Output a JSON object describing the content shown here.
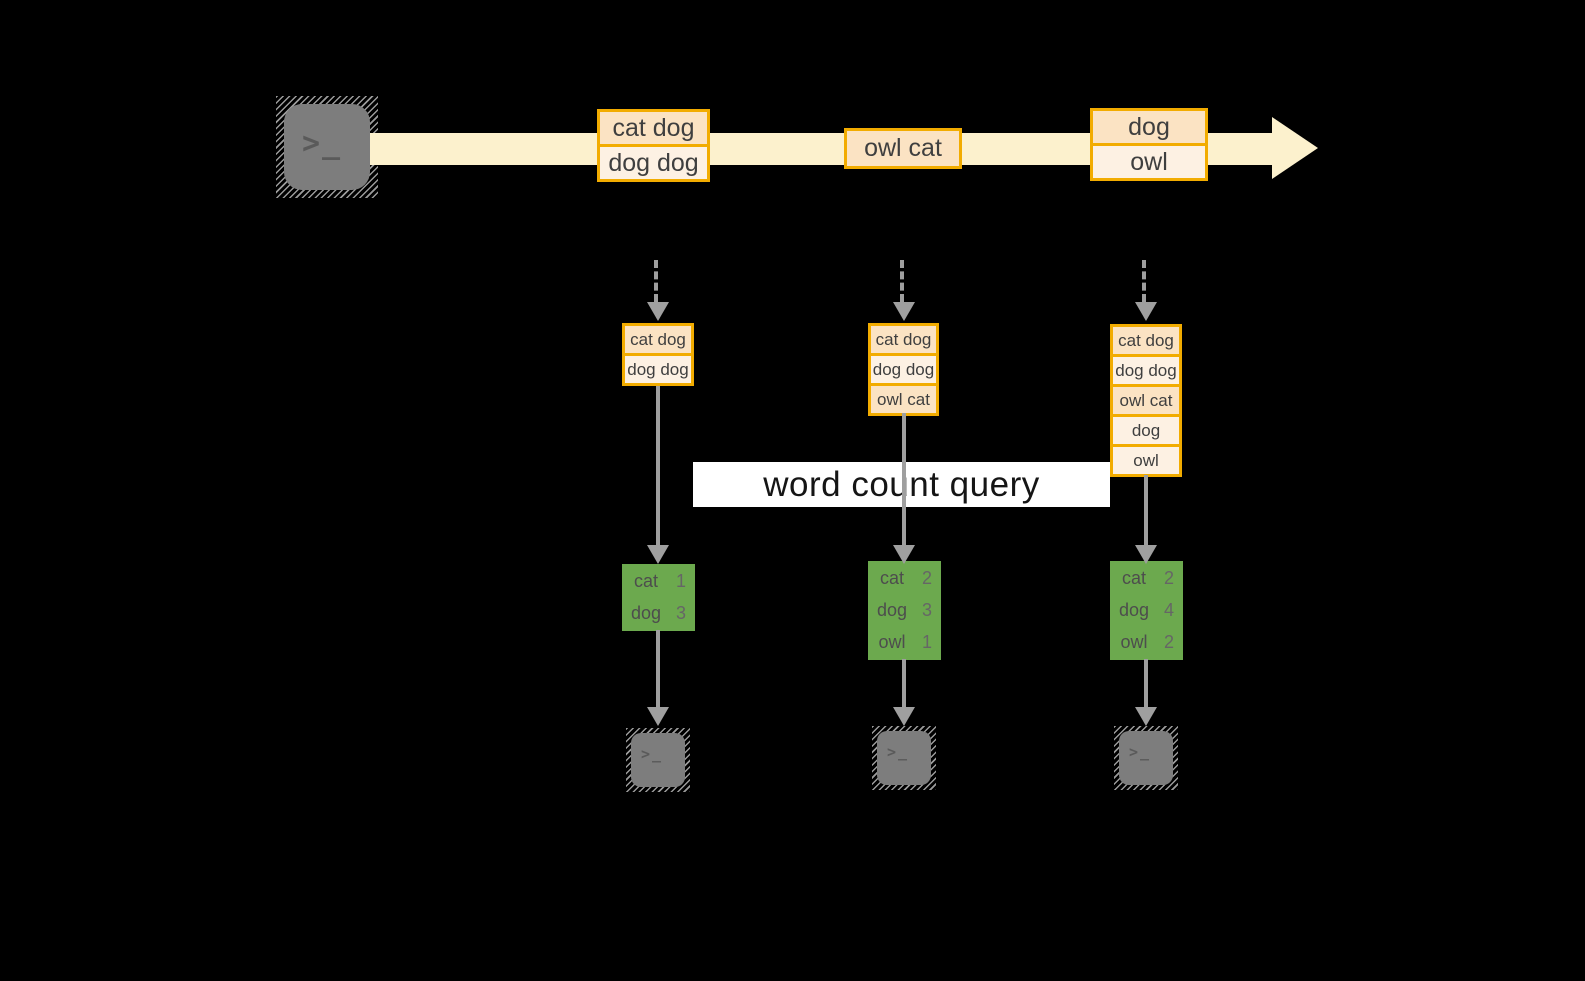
{
  "colors": {
    "background": "#000000",
    "stream_arrow": "#fcf1cd",
    "event_border": "#f2ac00",
    "event_fill_dark": "#fbe3c3",
    "event_fill_light": "#fdf1e3",
    "table_border": "#6ca94e",
    "table_fill_dark": "#dbe7d0",
    "table_fill_light": "#ecf2e6",
    "arrow_gray": "#9f9f9f",
    "terminal_gray": "#7d7d7d",
    "query_box_bg": "#ffffff"
  },
  "source_terminal": {
    "glyph": ">_"
  },
  "stream": {
    "events": [
      {
        "lines": [
          {
            "text": "cat dog"
          },
          {
            "text": "dog dog"
          }
        ]
      },
      {
        "lines": [
          {
            "text": "owl cat"
          }
        ]
      },
      {
        "lines": [
          {
            "text": "dog"
          },
          {
            "text": "owl"
          }
        ]
      }
    ]
  },
  "query": {
    "label": "word count query"
  },
  "pipelines": [
    {
      "stack": [
        "cat dog",
        "dog dog"
      ],
      "counts": [
        {
          "word": "cat",
          "count": 1
        },
        {
          "word": "dog",
          "count": 3
        }
      ]
    },
    {
      "stack": [
        "cat dog",
        "dog dog",
        "owl cat"
      ],
      "counts": [
        {
          "word": "cat",
          "count": 2
        },
        {
          "word": "dog",
          "count": 3
        },
        {
          "word": "owl",
          "count": 1
        }
      ]
    },
    {
      "stack": [
        "cat dog",
        "dog dog",
        "owl cat",
        "dog",
        "owl"
      ],
      "counts": [
        {
          "word": "cat",
          "count": 2
        },
        {
          "word": "dog",
          "count": 4
        },
        {
          "word": "owl",
          "count": 2
        }
      ]
    }
  ],
  "sink_terminals": [
    {
      "glyph": ">_"
    },
    {
      "glyph": ">_"
    },
    {
      "glyph": ">_"
    }
  ]
}
